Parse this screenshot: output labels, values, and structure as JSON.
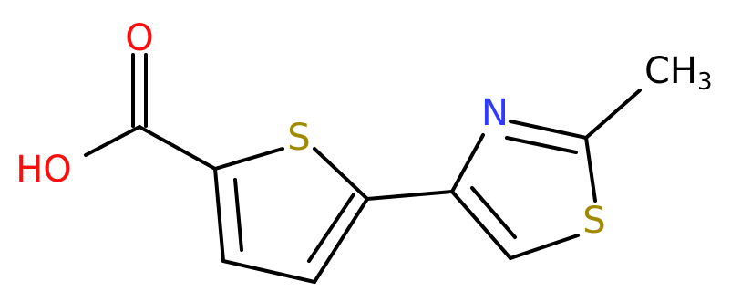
{
  "atoms": {
    "oxygen_carbonyl": "O",
    "hydroxyl": "HO",
    "sulfur_thiophene": "S",
    "nitrogen": "N",
    "sulfur_thiazole": "S",
    "methyl": "CH",
    "methyl_subscript": "3"
  },
  "colors": {
    "oxygen": "#ff0d0d",
    "sulfur": "#a08a00",
    "nitrogen": "#2e3bff",
    "carbon": "#000000",
    "bond": "#000000"
  }
}
